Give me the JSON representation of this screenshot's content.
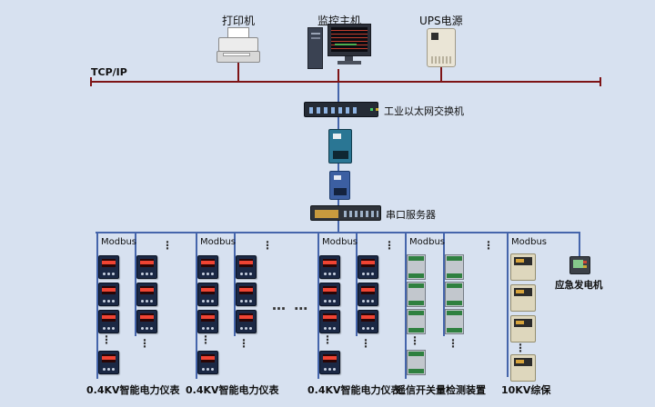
{
  "top_devices": {
    "printer": {
      "label": "打印机"
    },
    "monitor": {
      "label": "监控主机"
    },
    "ups": {
      "label": "UPS电源"
    }
  },
  "backbone": {
    "protocol_label": "TCP/IP",
    "switch_label": "工业以太网交换机",
    "serial_server_label": "串口服务器"
  },
  "fieldbus": {
    "columns": [
      {
        "bus_label": "Modbus",
        "device_label": "0.4KV智能电力仪表"
      },
      {
        "bus_label": "Modbus",
        "device_label": "0.4KV智能电力仪表"
      },
      {
        "bus_label": "Modbus",
        "device_label": "0.4KV智能电力仪表"
      },
      {
        "bus_label": "Modbus",
        "device_label": "遥信开关量检测装置"
      },
      {
        "bus_label": "Modbus",
        "device_label": "10KV综保"
      }
    ],
    "generator_label": "应急发电机",
    "ellipsis_horizontal": "… …",
    "ellipsis_vertical": "⋮"
  },
  "colors": {
    "background": "#d7e1f0",
    "tcp_bus": "#7e1416",
    "modbus_line": "#4565ab",
    "meter_display": "#ef4433"
  }
}
